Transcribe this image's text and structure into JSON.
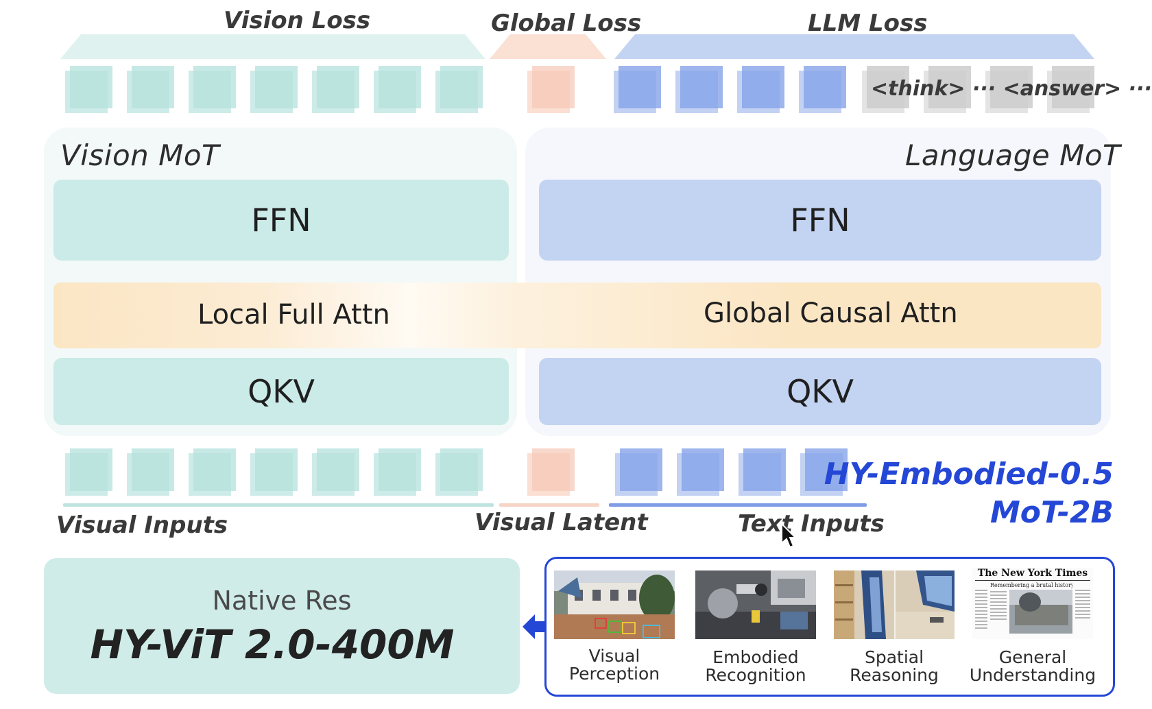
{
  "losses": {
    "vision": "Vision Loss",
    "global": "Global Loss",
    "llm": "LLM Loss"
  },
  "output_tokens_text": "<think> ··· <answer> ···",
  "vision_mot": {
    "title": "Vision MoT",
    "ffn": "FFN",
    "qkv": "QKV",
    "attn": "Local Full Attn"
  },
  "language_mot": {
    "title": "Language MoT",
    "ffn": "FFN",
    "qkv": "QKV",
    "attn": "Global Causal Attn"
  },
  "inputs": {
    "visual": "Visual Inputs",
    "latent": "Visual Latent",
    "text": "Text Inputs"
  },
  "model": {
    "line1": "HY-Embodied-0.5",
    "line2": "MoT-2B"
  },
  "vit": {
    "subtitle": "Native Res",
    "name": "HY-ViT 2.0-400M"
  },
  "data_examples": [
    {
      "line1": "Visual",
      "line2": "Perception"
    },
    {
      "line1": "Embodied",
      "line2": "Recognition"
    },
    {
      "line1": "Spatial",
      "line2": "Reasoning"
    },
    {
      "line1": "General",
      "line2": "Understanding"
    }
  ],
  "newspaper": {
    "masthead": "The New York Times",
    "headline": "Remembering a brutal history"
  },
  "colors": {
    "vision": "#cfece9",
    "language": "#c3d3f2",
    "attn": "#fbe6c4",
    "accent": "#2447d6"
  },
  "icons": {
    "arrow": "arrow-left-icon",
    "cursor": "mouse-cursor-icon"
  }
}
